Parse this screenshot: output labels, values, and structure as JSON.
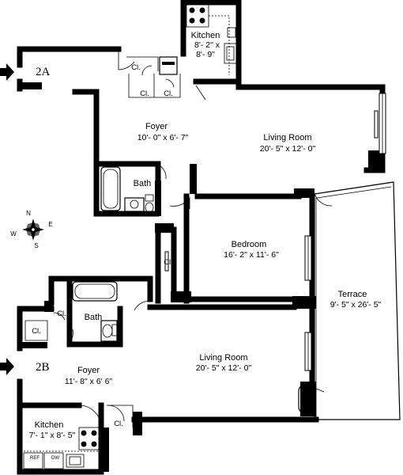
{
  "unit_a": {
    "label": "2A",
    "kitchen": {
      "name": "Kitchen",
      "dim1": "8'- 2\" x",
      "dim2": "8'- 9\""
    },
    "foyer": {
      "name": "Foyer",
      "dim": "10'- 0\" x 6'- 7\""
    },
    "living_room": {
      "name": "Living Room",
      "dim": "20'- 5\" x 12'- 0\""
    },
    "bath": {
      "name": "Bath"
    },
    "closet": "Cl."
  },
  "unit_b": {
    "label": "2B",
    "kitchen": {
      "name": "Kitchen",
      "dim": "7'- 1\" x  8'- 5\""
    },
    "foyer": {
      "name": "Foyer",
      "dim": "11'- 8\" x 6' 6\""
    },
    "living_room": {
      "name": "Living Room",
      "dim": "20'- 5\" x 12'- 0\""
    },
    "bedroom": {
      "name": "Bedroom",
      "dim": "16'- 2\" x 11'- 6\""
    },
    "bath": {
      "name": "Bath"
    },
    "terrace": {
      "name": "Terrace",
      "dim": "9'- 5\" x 26'- 5\""
    },
    "closet": "Cl.",
    "appliance_ref": "REF",
    "appliance_dw": "DW"
  },
  "compass": {
    "n": "N",
    "s": "S",
    "e": "E",
    "w": "W"
  },
  "icons": {
    "entry": "entry-arrow-icon",
    "compass": "compass-rose-icon"
  }
}
